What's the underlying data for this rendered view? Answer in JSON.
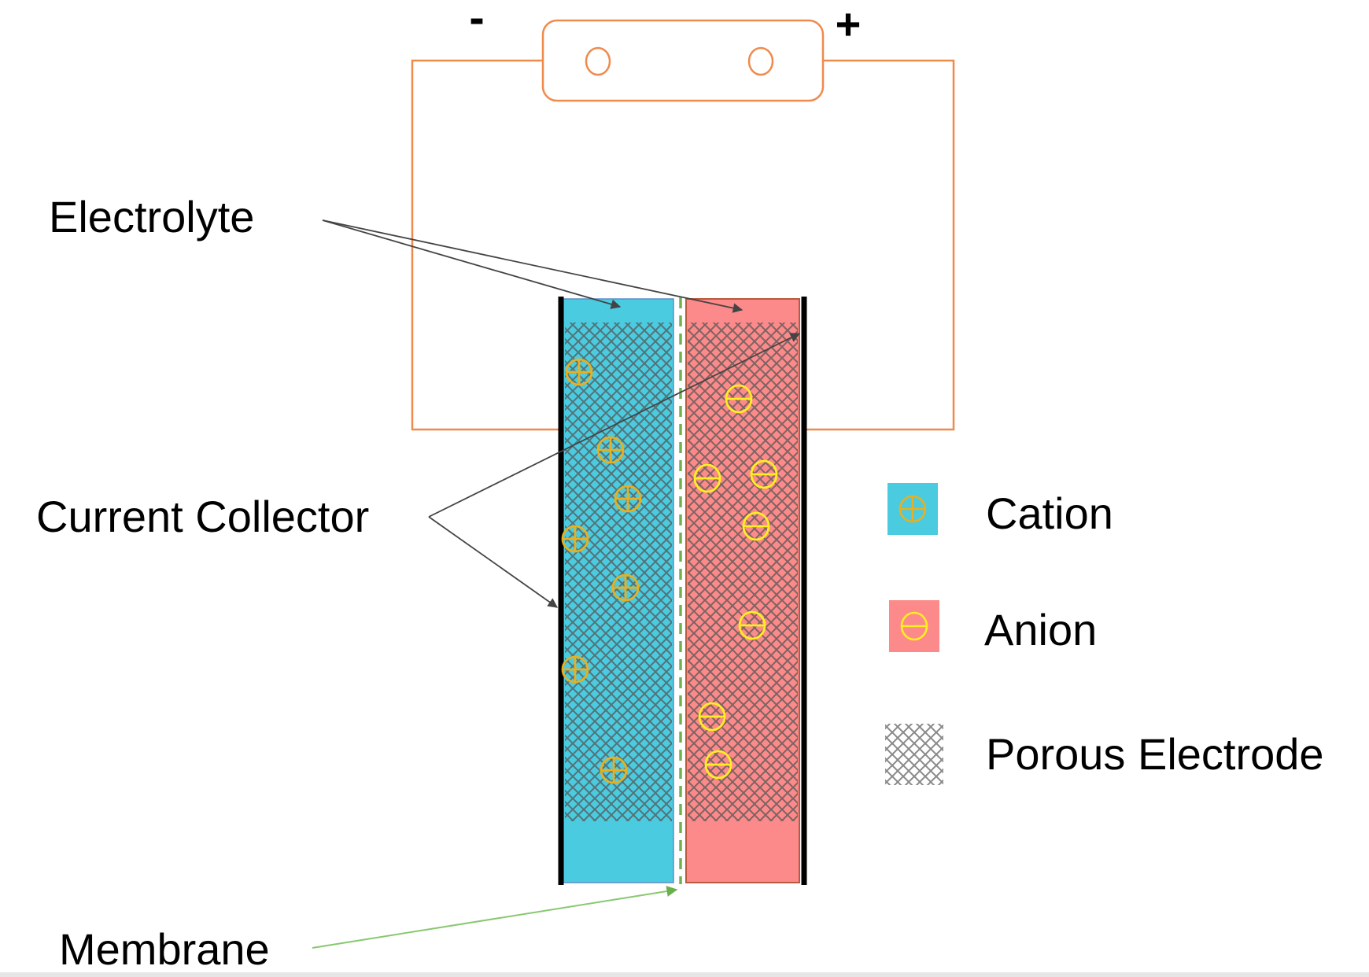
{
  "diagram": {
    "title": "Supercapacitor cell schematic",
    "battery": {
      "negative_terminal": "-",
      "positive_terminal": "+"
    },
    "labels": {
      "electrolyte": "Electrolyte",
      "current_collector": "Current Collector",
      "membrane": "Membrane"
    },
    "legend": [
      {
        "key": "cation",
        "label": "Cation",
        "symbol": "⊕",
        "color": "#4bcbe0"
      },
      {
        "key": "anion",
        "label": "Anion",
        "symbol": "⊖",
        "color": "#fd8a8a"
      },
      {
        "key": "porous",
        "label": "Porous Electrode",
        "symbol": "crosshatch",
        "color": "#999999"
      }
    ],
    "cells": {
      "negative_electrode": {
        "ion": "cation",
        "ion_count": 7
      },
      "positive_electrode": {
        "ion": "anion",
        "ion_count": 7
      }
    },
    "colors": {
      "wire": "#f08a4b",
      "cation_cell": "#4bcbe0",
      "anion_cell": "#fd8a8a",
      "cation_symbol": "#e8b020",
      "anion_symbol": "#ffee22",
      "membrane": "#70b050",
      "collector": "#000000",
      "leader": "#444444",
      "membrane_leader": "#88c870"
    }
  }
}
